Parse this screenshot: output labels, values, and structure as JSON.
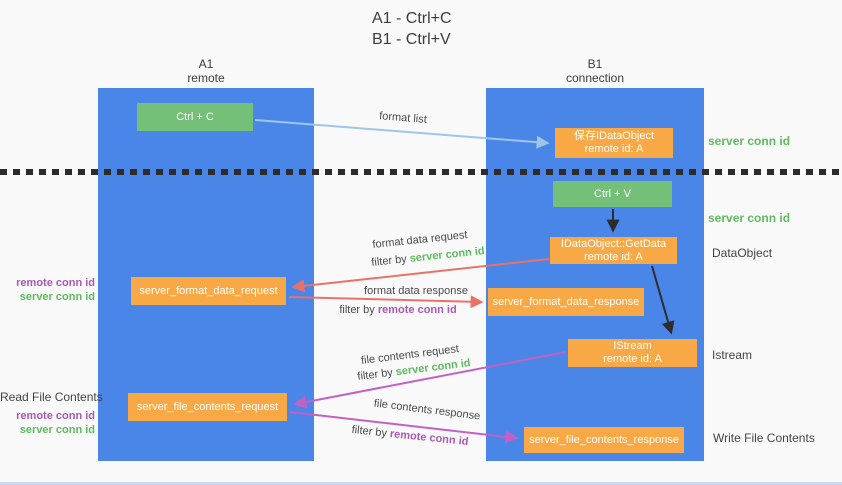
{
  "title": {
    "line1": "A1 - Ctrl+C",
    "line2": "B1 - Ctrl+V"
  },
  "lanes": {
    "a1": {
      "name": "A1",
      "role": "remote"
    },
    "b1": {
      "name": "B1",
      "role": "connection"
    }
  },
  "nodes": {
    "ctrl_c": {
      "label": "Ctrl + C"
    },
    "save_idataobject": {
      "line1": "保存IDataObject",
      "line2": "remote id: A"
    },
    "ctrl_v": {
      "label": "Ctrl + V"
    },
    "getdata": {
      "line1": "IDataObject::GetData",
      "line2": "remote id: A"
    },
    "format_request": {
      "label": "server_format_data_request"
    },
    "format_response": {
      "label": "server_format_data_response"
    },
    "istream": {
      "line1": "IStream",
      "line2": "remote id: A"
    },
    "file_request": {
      "label": "server_file_contents_request"
    },
    "file_response": {
      "label": "server_file_contents_response"
    }
  },
  "edge_labels": {
    "format_list": "format list",
    "format_data_request": "format data request",
    "format_data_response": "format data response",
    "file_contents_request": "file contents request",
    "file_contents_response": "file contents response",
    "filter_prefix": "filter by",
    "server_conn_id": "server conn id",
    "remote_conn_id": "remote conn id"
  },
  "side_labels": {
    "right_server_conn_id_1": "server conn id",
    "right_server_conn_id_2": "server conn id",
    "right_dataobject": "DataObject",
    "right_istream": "Istream",
    "right_write_file_contents": "Write File Contents",
    "left_remote_conn_id_1": "remote conn id",
    "left_server_conn_id_1": "server conn id",
    "left_read_file_contents": "Read File Contents",
    "left_remote_conn_id_2": "remote conn id",
    "left_server_conn_id_2": "server conn id"
  },
  "colors": {
    "lane_blue": "#4a86e8",
    "box_green": "#74c078",
    "box_orange": "#f8a844",
    "green_text": "#60ba60",
    "purple_text": "#a85ab4",
    "arrow_salmon": "#e8726a",
    "arrow_magenta": "#c361c3",
    "arrow_lightblue": "#9fc5e8",
    "arrow_black": "#2c2c2c"
  }
}
